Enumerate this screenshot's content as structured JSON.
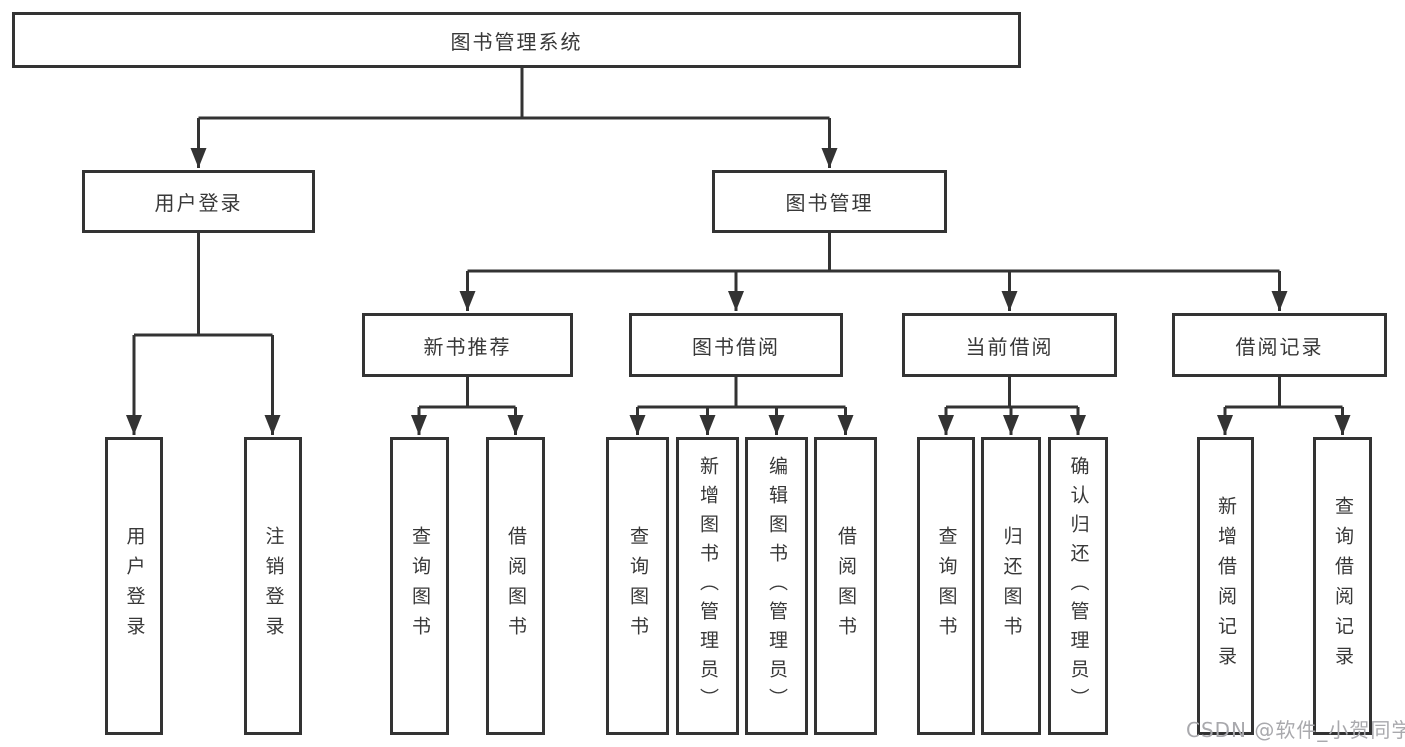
{
  "tree": {
    "root": {
      "label": "图书管理系统",
      "children": [
        {
          "label": "用户登录",
          "children": [
            {
              "label": "用户登录"
            },
            {
              "label": "注销登录"
            }
          ]
        },
        {
          "label": "图书管理",
          "children": [
            {
              "label": "新书推荐",
              "children": [
                {
                  "label": "查询图书"
                },
                {
                  "label": "借阅图书"
                }
              ]
            },
            {
              "label": "图书借阅",
              "children": [
                {
                  "label": "查询图书"
                },
                {
                  "label": "新增图书（管理员）"
                },
                {
                  "label": "编辑图书（管理员）"
                },
                {
                  "label": "借阅图书"
                }
              ]
            },
            {
              "label": "当前借阅",
              "children": [
                {
                  "label": "查询图书"
                },
                {
                  "label": "归还图书"
                },
                {
                  "label": "确认归还（管理员）"
                }
              ]
            },
            {
              "label": "借阅记录",
              "children": [
                {
                  "label": "新增借阅记录"
                },
                {
                  "label": "查询借阅记录"
                }
              ]
            }
          ]
        }
      ]
    }
  },
  "watermark": {
    "text": "CSDN @软件_小贺同学"
  },
  "colors": {
    "line": "#333333",
    "text": "#383838",
    "background": "#ffffff",
    "watermark": "#a9a9ad"
  }
}
